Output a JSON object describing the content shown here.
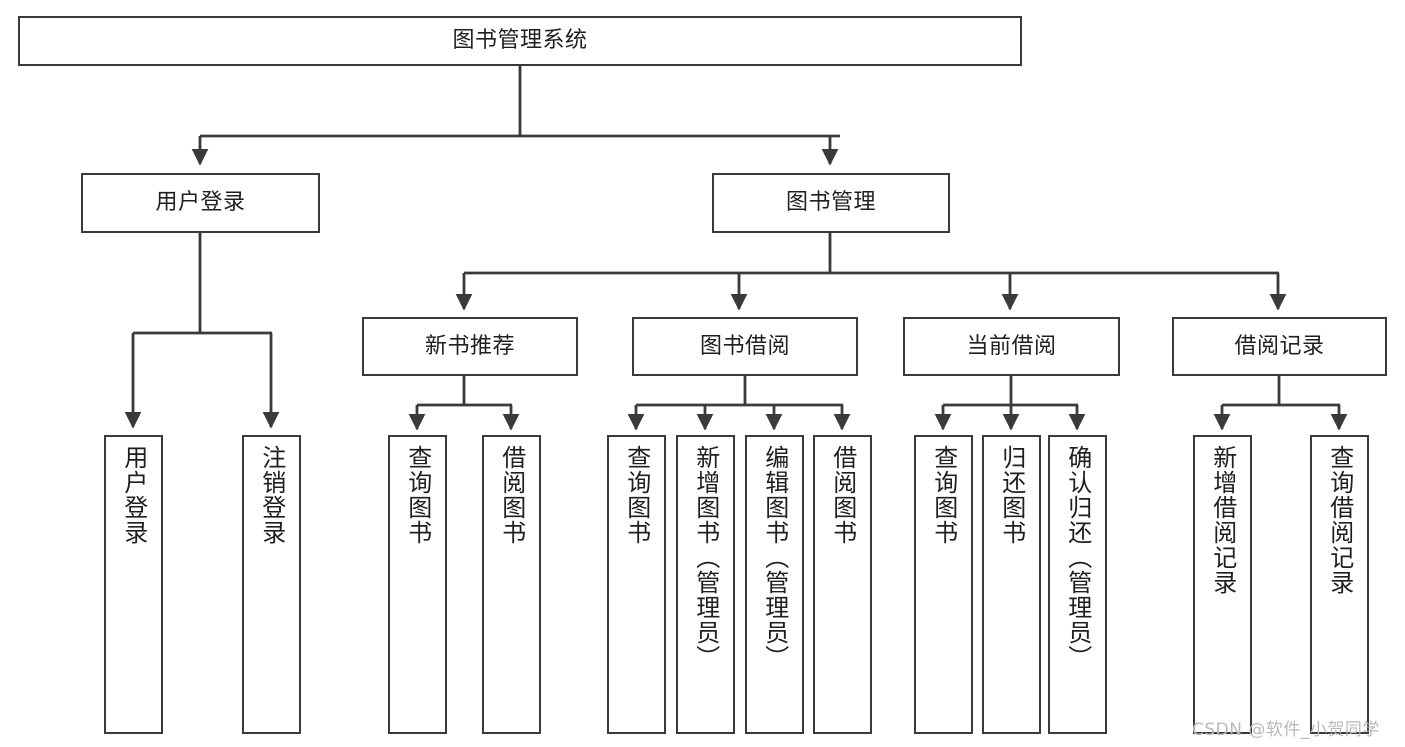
{
  "diagram": {
    "title": "图书管理系统",
    "style": {
      "line_color": "#3a3a3a",
      "box_fill": "#ffffff",
      "text_color": "#1f1f1f",
      "watermark_color": "#b9b9b9"
    },
    "levels": {
      "root": "图书管理系统",
      "level2": [
        "用户登录",
        "图书管理"
      ],
      "level3": [
        "新书推荐",
        "图书借阅",
        "当前借阅",
        "借阅记录"
      ]
    },
    "nodes": {
      "root": "图书管理系统",
      "user_login": "用户登录",
      "book_manage": "图书管理",
      "new_book_rec": "新书推荐",
      "book_borrow": "图书借阅",
      "current_borrow": "当前借阅",
      "borrow_record": "借阅记录",
      "leaf_user_login": "用户登录",
      "leaf_logout": "注销登录",
      "leaf_query_book_1": "查询图书",
      "leaf_borrow_book_1": "借阅图书",
      "leaf_query_book_2": "查询图书",
      "leaf_add_book": "新增图书（管理员）",
      "leaf_edit_book": "编辑图书（管理员）",
      "leaf_borrow_book_2": "借阅图书",
      "leaf_query_book_3": "查询图书",
      "leaf_return_book": "归还图书",
      "leaf_confirm_return": "确认归还（管理员）",
      "leaf_add_record": "新增借阅记录",
      "leaf_query_record": "查询借阅记录"
    }
  },
  "watermark": "CSDN @软件_小贺同学"
}
